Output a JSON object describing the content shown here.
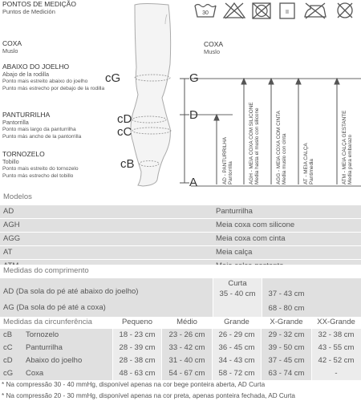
{
  "header": {
    "title": "PONTOS DE MEDIÇÃO",
    "subtitle": "Puntos de Medición"
  },
  "care_icons": [
    "wash-30-icon",
    "no-bleach-icon",
    "no-tumble-dry-icon",
    "line-dry-icon",
    "no-iron-icon",
    "no-dry-clean-icon"
  ],
  "care_wash_label": "30",
  "care_line_label": "II",
  "points": {
    "coxa": {
      "title": "COXA",
      "subtitle": "Muslo"
    },
    "joelho": {
      "title": "ABAIXO DO JOELHO",
      "subtitle": "Abajo de la rodilla",
      "desc1": "Ponto mais estreito abaixo do joelho",
      "desc2": "Punto más estrecho por debajo de la rodilla"
    },
    "panturrilha": {
      "title": "PANTURRILHA",
      "subtitle": "Pantorrilla",
      "desc1": "Ponto mais largo da panturrilha",
      "desc2": "Punto más ancho de la pantorrilla"
    },
    "tornozelo": {
      "title": "TORNOZELO",
      "subtitle": "Tobillo",
      "desc1": "Ponto mais estreito do tornozelo",
      "desc2": "Punto más estrecho del tobillo"
    }
  },
  "right_label": {
    "title": "COXA",
    "subtitle": "Muslo"
  },
  "letters": {
    "cG": "cG",
    "cD": "cD",
    "cC": "cC",
    "cB": "cB",
    "G": "G",
    "D": "D",
    "A": "A"
  },
  "verticals": [
    {
      "main": "AD - PANTURRILHA",
      "sub": "Pantorrilla"
    },
    {
      "main": "AGH - MEIA COXA COM SILICONE",
      "sub": "Media hasta el muslo con silicone"
    },
    {
      "main": "AGG - MEIA COXA COM CINTA",
      "sub": "Media muslo con cinta"
    },
    {
      "main": "AT - MEIA CALÇA",
      "sub": "Pantimedia"
    },
    {
      "main": "ATM - MEIA CALÇA GESTANTE",
      "sub": "Media para embarazo"
    }
  ],
  "models": {
    "heading": "Modelos",
    "rows": [
      {
        "code": "AD",
        "name": "Panturrilha"
      },
      {
        "code": "AGH",
        "name": "Meia coxa com silicone"
      },
      {
        "code": "AGG",
        "name": "Meia coxa com cinta"
      },
      {
        "code": "AT",
        "name": "Meia calça"
      },
      {
        "code": "ATM",
        "name": "Meia calça gestante"
      }
    ]
  },
  "length": {
    "heading": "Medidas do comprimento",
    "col1": "Curta",
    "row1": {
      "label": "AD (Da sola do pé até abaixo do joelho)",
      "v1": "35 - 40 cm",
      "v2": "37 - 43 cm"
    },
    "row2": {
      "label": "AG (Da sola do pé até a coxa)",
      "v1": "",
      "v2": "68 - 80 cm"
    }
  },
  "circumference": {
    "heading": "Medidas da circunferência",
    "sizes": [
      "Pequeno",
      "Médio",
      "Grande",
      "X-Grande",
      "XX-Grande"
    ],
    "rows": [
      {
        "code": "cB",
        "name": "Tornozelo",
        "values": [
          "18 - 23 cm",
          "23 - 26 cm",
          "26 - 29 cm",
          "29 - 32 cm",
          "32 - 38 cm"
        ]
      },
      {
        "code": "cC",
        "name": "Panturrilha",
        "values": [
          "28 - 39 cm",
          "33 - 42 cm",
          "36 - 45 cm",
          "39 - 50 cm",
          "43 - 55 cm"
        ]
      },
      {
        "code": "cD",
        "name": "Abaixo do joelho",
        "values": [
          "28 - 38 cm",
          "31 - 40 cm",
          "34 - 43 cm",
          "37 - 45 cm",
          "42 - 52 cm"
        ]
      },
      {
        "code": "cG",
        "name": "Coxa",
        "values": [
          "48 - 63 cm",
          "54 - 67 cm",
          "58 - 72 cm",
          "63 - 74 cm",
          "-"
        ]
      }
    ]
  },
  "notes": [
    "* Na compressão 30 - 40 mmHg, disponível apenas na cor bege ponteira aberta, AD Curta",
    "* Na compressão 20 - 30 mmHg, disponível apenas na cor preta, apenas ponteira fechada, AD Curta"
  ]
}
